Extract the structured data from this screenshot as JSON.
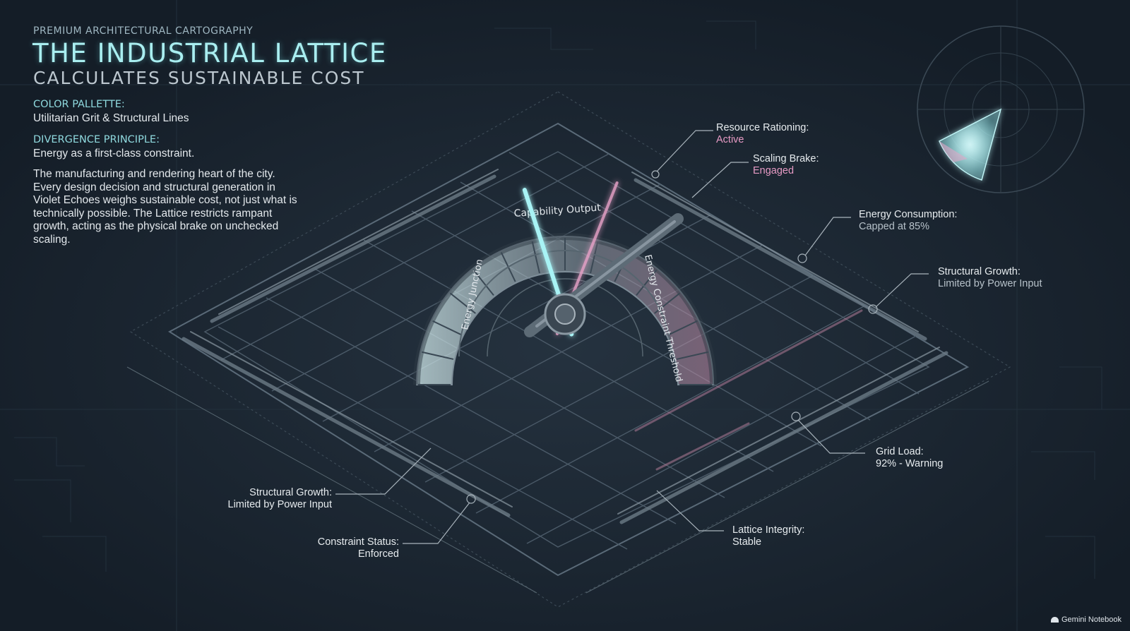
{
  "header": {
    "kicker": "PREMIUM ARCHITECTURAL CARTOGRAPHY",
    "title": "THE INDUSTRIAL LATTICE",
    "subtitle": "CALCULATES SUSTAINABLE COST"
  },
  "palette": {
    "label": "COLOR PALLETTE:",
    "value": "Utilitarian Grit & Structural Lines"
  },
  "divergence": {
    "label": "DIVERGENCE PRINCIPLE:",
    "value": "Energy as a first-class constraint."
  },
  "description": "The manufacturing and rendering heart of the city. Every design decision and structural generation in Violet Echoes weighs sustainable cost, not just what is technically possible. The Lattice restricts rampant growth, acting as the physical brake on unchecked scaling.",
  "gauge": {
    "label_top": "Capability Output",
    "label_left": "Energy Junction",
    "label_right": "Energy Constraint Threshold",
    "capability_fraction": 0.4,
    "threshold_fraction": 0.62
  },
  "annotations": {
    "resource_rationing": {
      "label": "Resource Rationing:",
      "value": "Active"
    },
    "scaling_brake": {
      "label": "Scaling Brake:",
      "value": "Engaged"
    },
    "energy_consumption": {
      "label": "Energy Consumption:",
      "value": "Capped at 85%"
    },
    "structural_growth_right": {
      "label": "Structural Growth:",
      "value": "Limited by Power Input"
    },
    "grid_load": {
      "label": "Grid Load:",
      "value": "92% - Warning"
    },
    "lattice_integrity": {
      "label": "Lattice Integrity:",
      "value": "Stable"
    },
    "constraint_status": {
      "label": "Constraint Status:",
      "value": "Enforced"
    },
    "structural_growth_left": {
      "label": "Structural Growth:",
      "value": "Limited by Power Input"
    }
  },
  "brand": {
    "name": "Gemini Notebook",
    "icon": "notebook-icon"
  },
  "colors": {
    "background": "#16202b",
    "accent_cyan": "#8ff2f4",
    "accent_pink": "#e89ac5",
    "line_grey": "#4f5f6d"
  }
}
